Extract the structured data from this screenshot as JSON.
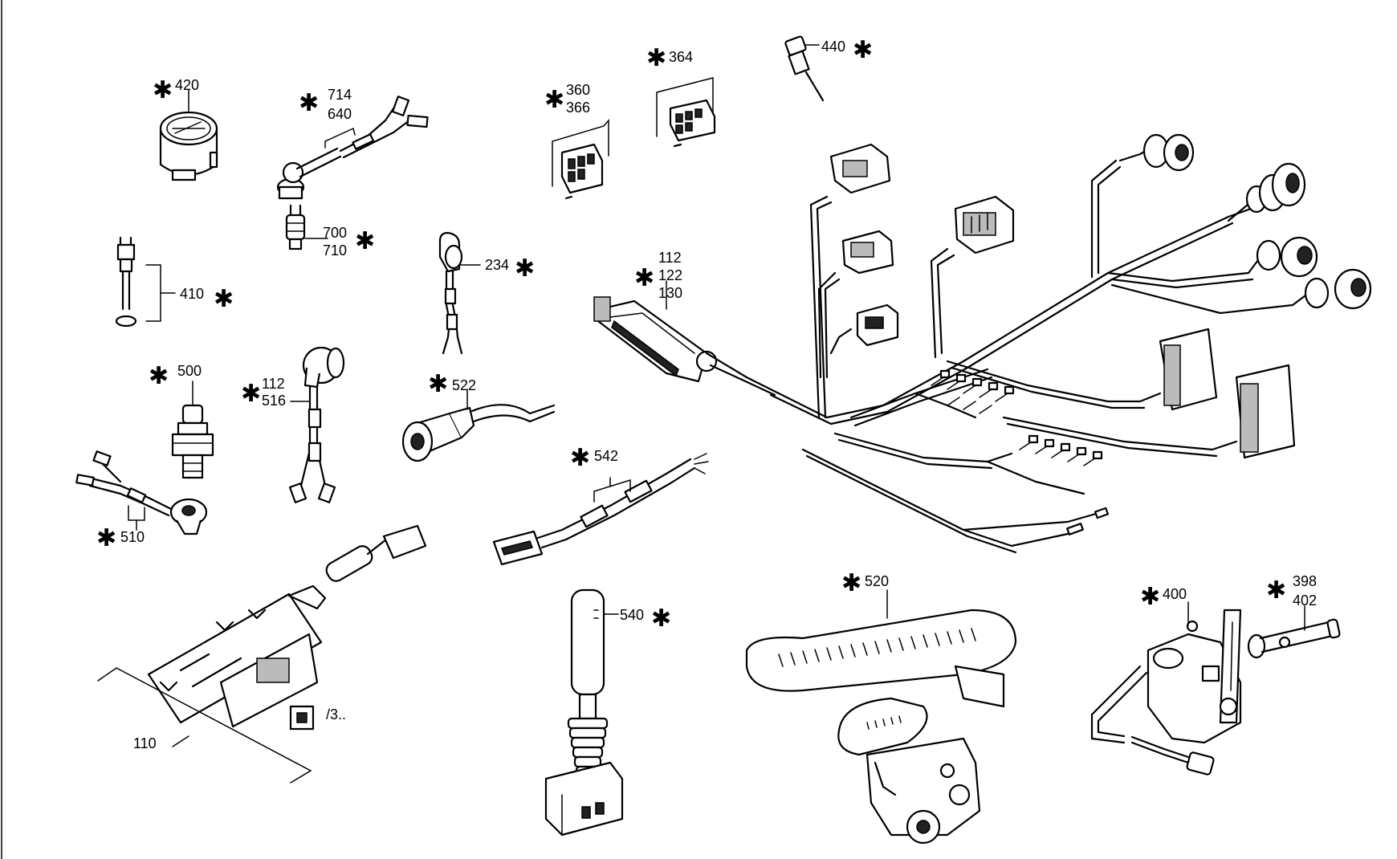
{
  "diagram": {
    "callouts": [
      {
        "id": "c420",
        "lines": [
          "420"
        ],
        "star": true
      },
      {
        "id": "c714",
        "lines": [
          "714",
          "640"
        ],
        "star": true
      },
      {
        "id": "c700",
        "lines": [
          "700",
          "710"
        ],
        "star": true
      },
      {
        "id": "c410",
        "lines": [
          "410"
        ],
        "star": true
      },
      {
        "id": "c360",
        "lines": [
          "360",
          "366"
        ],
        "star": true
      },
      {
        "id": "c364",
        "lines": [
          "364"
        ],
        "star": true
      },
      {
        "id": "c440",
        "lines": [
          "440"
        ],
        "star": true
      },
      {
        "id": "c234",
        "lines": [
          "234"
        ],
        "star": true
      },
      {
        "id": "c112a",
        "lines": [
          "112",
          "122",
          "130"
        ],
        "star": true
      },
      {
        "id": "c500",
        "lines": [
          "500"
        ],
        "star": true
      },
      {
        "id": "c112b",
        "lines": [
          "112",
          "516"
        ],
        "star": true
      },
      {
        "id": "c522",
        "lines": [
          "522"
        ],
        "star": true
      },
      {
        "id": "c542",
        "lines": [
          "542"
        ],
        "star": true
      },
      {
        "id": "c510",
        "lines": [
          "510"
        ],
        "star": true
      },
      {
        "id": "c520",
        "lines": [
          "520"
        ],
        "star": true
      },
      {
        "id": "c400",
        "lines": [
          "400"
        ],
        "star": true
      },
      {
        "id": "c398",
        "lines": [
          "398",
          "402"
        ],
        "star": true
      },
      {
        "id": "c540",
        "lines": [
          "540"
        ],
        "star": true
      },
      {
        "id": "c110",
        "lines": [
          "110"
        ],
        "star": false
      },
      {
        "id": "c3",
        "lines": [
          "/3.."
        ],
        "star": false
      }
    ],
    "star_symbol": "✱"
  }
}
